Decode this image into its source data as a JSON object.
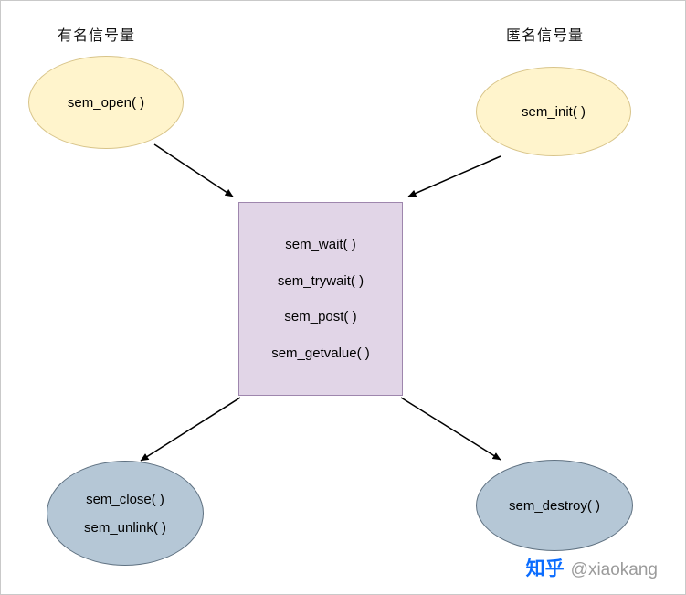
{
  "labels": {
    "named": "有名信号量",
    "anonymous": "匿名信号量"
  },
  "nodes": {
    "sem_open": {
      "label": "sem_open( )"
    },
    "sem_init": {
      "label": "sem_init( )"
    },
    "center": {
      "lines": [
        "sem_wait( )",
        "sem_trywait( )",
        "sem_post( )",
        "sem_getvalue( )"
      ]
    },
    "close_unlink": {
      "lines": [
        "sem_close( )",
        "sem_unlink( )"
      ]
    },
    "sem_destroy": {
      "label": "sem_destroy( )"
    }
  },
  "watermark": {
    "brand": "知乎",
    "handle": "@xiaokang"
  },
  "colors": {
    "named_node_fill": "#FFF4CC",
    "named_node_border": "#d8c489",
    "center_node_fill": "#E1D5E7",
    "center_node_border": "#9e86ad",
    "release_node_fill": "#B5C7D6",
    "release_node_border": "#5f7181",
    "arrow": "#000000",
    "brand_blue": "#0a6cff",
    "handle_gray": "#9b9b9b"
  }
}
